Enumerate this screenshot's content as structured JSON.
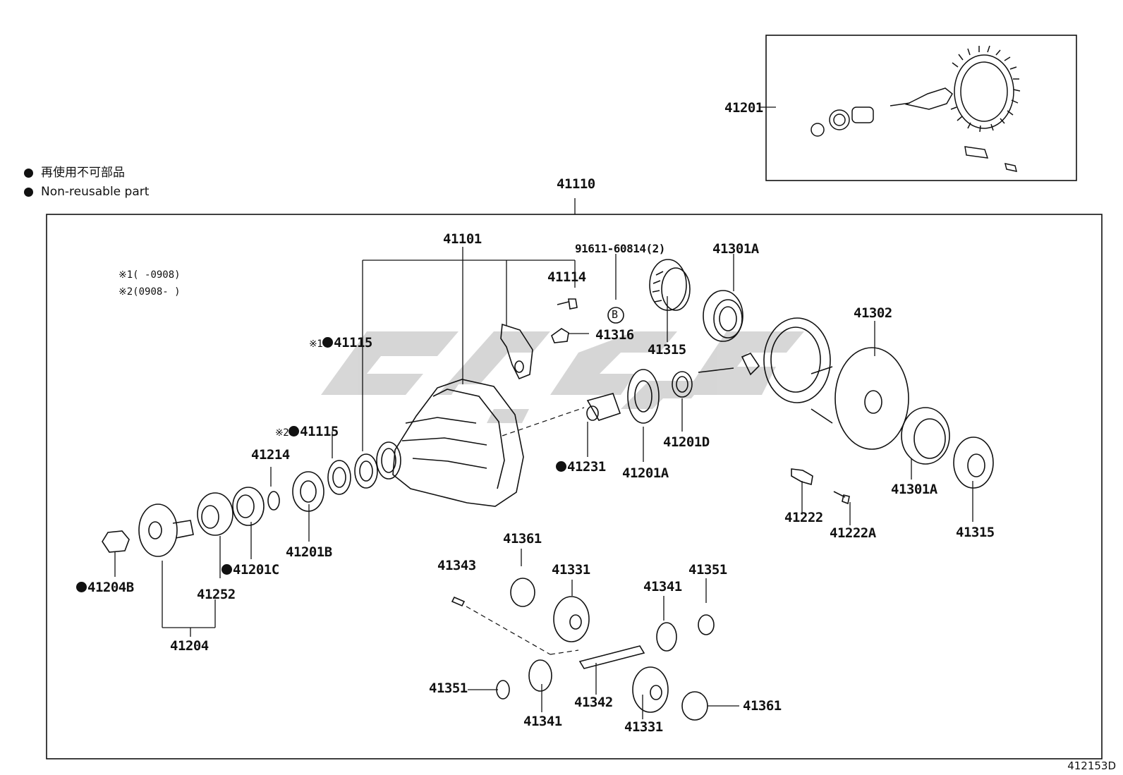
{
  "legend": {
    "jp": "再使用不可部品",
    "en": "Non-reusable part"
  },
  "notes": {
    "n1": "※1(   -0908)",
    "n2": "※2(0908-   )"
  },
  "labels": {
    "l41201": "41201",
    "l41110": "41110",
    "l41101": "41101",
    "l91611": "91611-60814(2)",
    "l41301A_top": "41301A",
    "l41114": "41114",
    "l41316": "41316",
    "l41315_top": "41315",
    "l41302": "41302",
    "l41115_1": "41115",
    "l41115_1_prefix": "※1",
    "l41115_2": "41115",
    "l41115_2_prefix": "※2",
    "l41214": "41214",
    "l41231": "41231",
    "l41201A": "41201A",
    "l41201D": "41201D",
    "l41201B": "41201B",
    "l41201C": "41201C",
    "l41204B": "41204B",
    "l41252": "41252",
    "l41204": "41204",
    "l41222": "41222",
    "l41222A": "41222A",
    "l41301A_bot": "41301A",
    "l41315_bot": "41315",
    "l41361_top": "41361",
    "l41331_top": "41331",
    "l41343": "41343",
    "l41341_right": "41341",
    "l41351_right": "41351",
    "l41351_left": "41351",
    "l41341_left": "41341",
    "l41342": "41342",
    "l41331_bot": "41331",
    "l41361_bot": "41361",
    "circleB": "B"
  },
  "figure_id": "412153D",
  "colors": {
    "line": "#111111",
    "watermark": "#c8c8c8"
  }
}
